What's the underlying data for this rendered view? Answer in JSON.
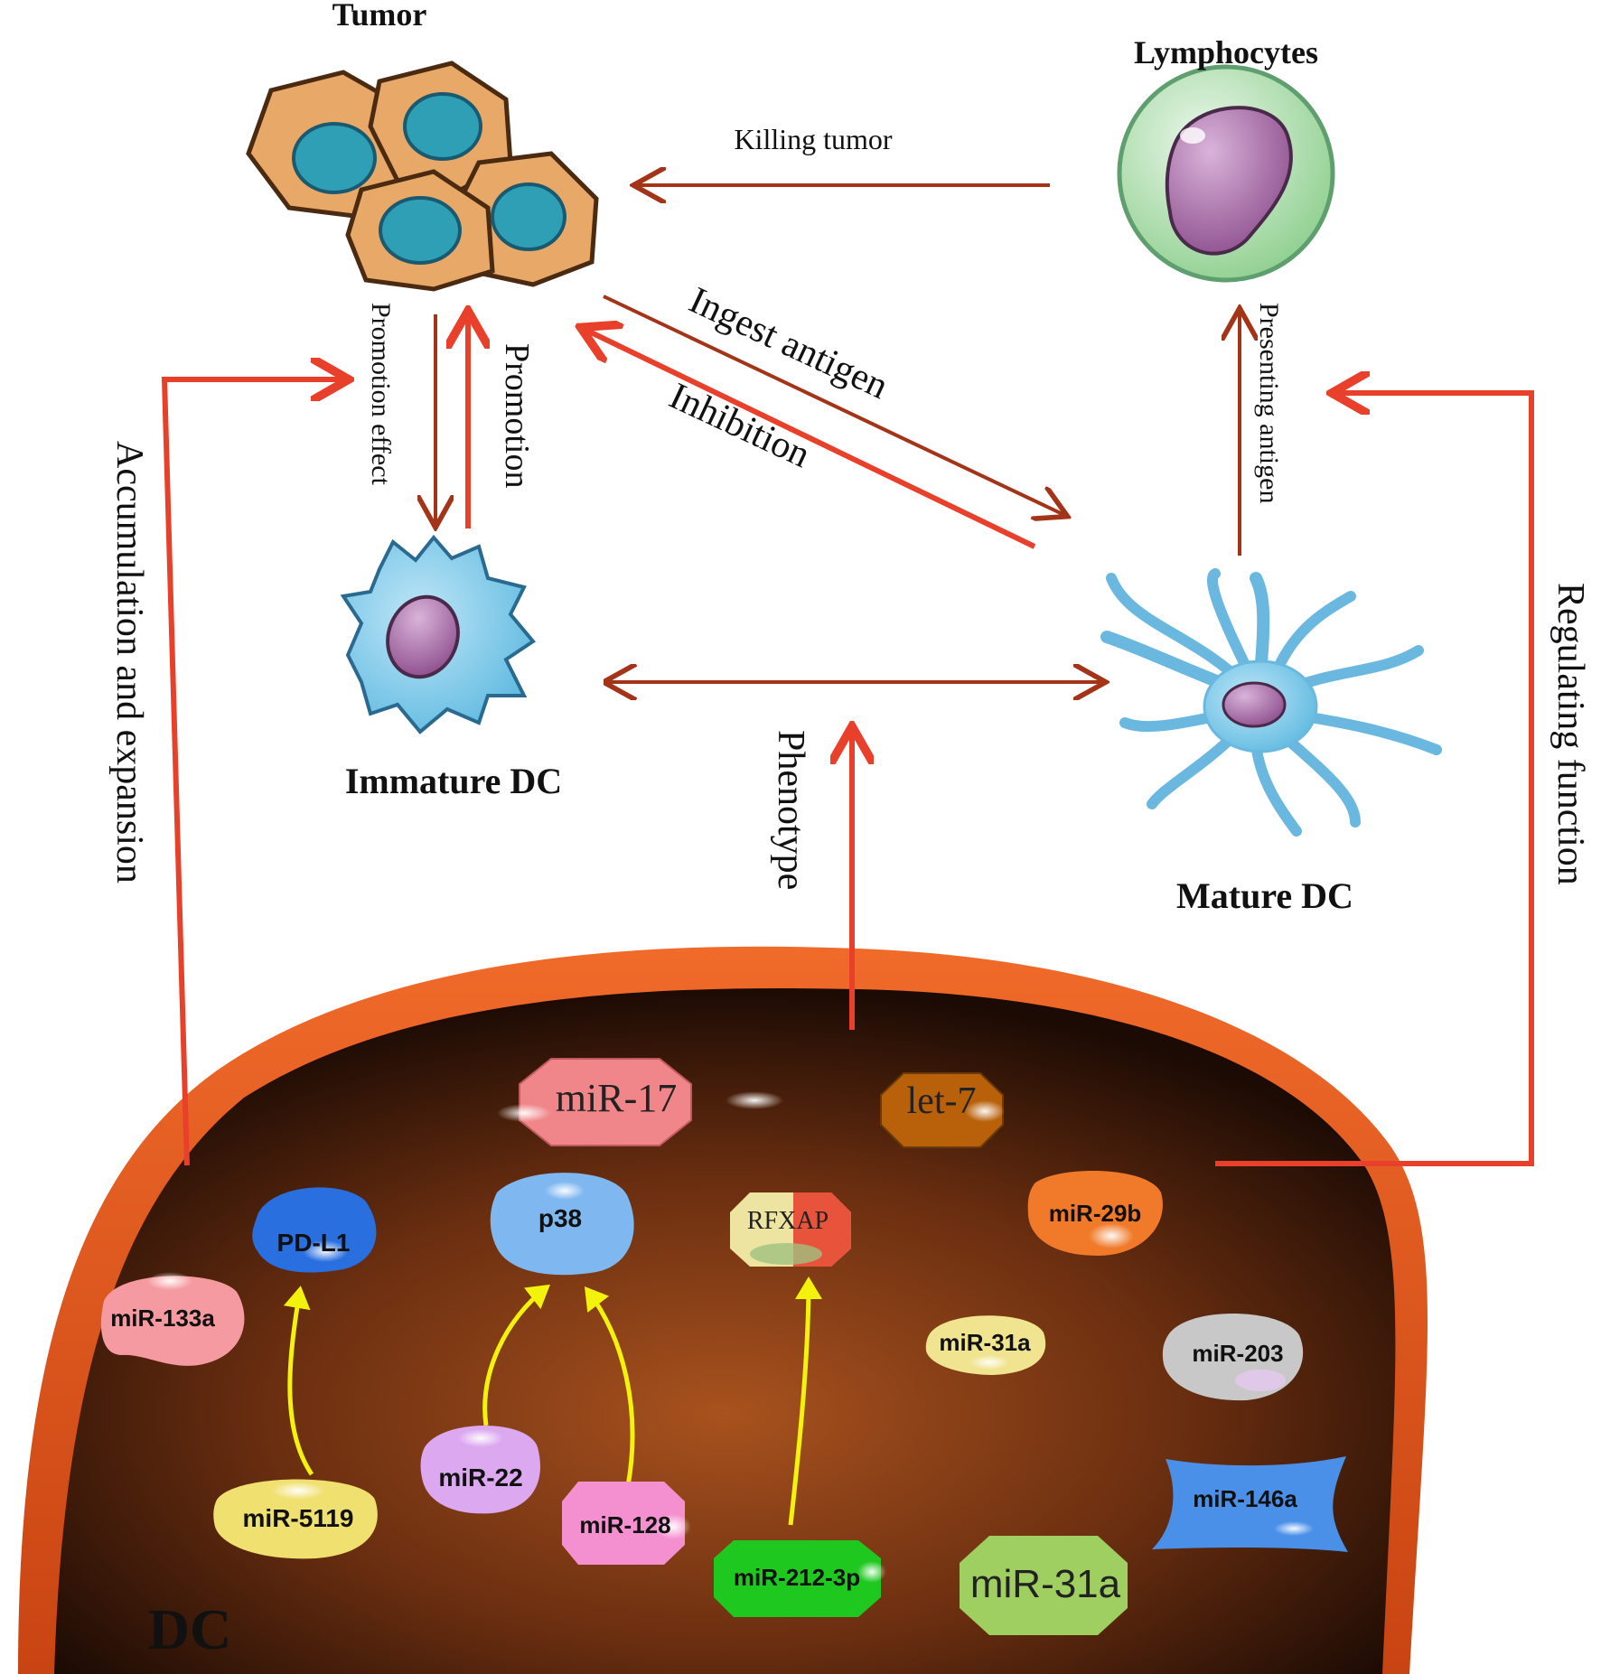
{
  "cells": {
    "tumor": "Tumor",
    "lymphocytes": "Lymphocytes",
    "immature_dc": "Immature DC",
    "mature_dc": "Mature DC",
    "dc": "DC"
  },
  "arrows": {
    "killing_tumor": "Killing tumor",
    "promotion_effect": "Promotion effect",
    "promotion": "Promotion",
    "ingest_antigen": "Ingest antigen",
    "inhibition": "Inhibition",
    "presenting_antigen": "Presenting antigen",
    "phenotype": "Phenotype",
    "accumulation_expansion": "Accumulation and expansion",
    "regulating_function": "Regulating function"
  },
  "molecules": {
    "mir17": "miR-17",
    "let7": "let-7",
    "pdl1": "PD-L1",
    "p38": "p38",
    "rfxap": "RFXAP",
    "mir29b": "miR-29b",
    "mir133a": "miR-133a",
    "mir31a_small": "miR-31a",
    "mir203": "miR-203",
    "mir22": "miR-22",
    "mir5119": "miR-5119",
    "mir128": "miR-128",
    "mir212": "miR-212-3p",
    "mir146a": "miR-146a",
    "mir31a_large": "miR-31a"
  },
  "colors": {
    "red_arrow": "#e8402a",
    "dark_arrow": "#a33418",
    "yellow_arrow": "#f2f20a",
    "bowl_orange": "#d9521a"
  }
}
